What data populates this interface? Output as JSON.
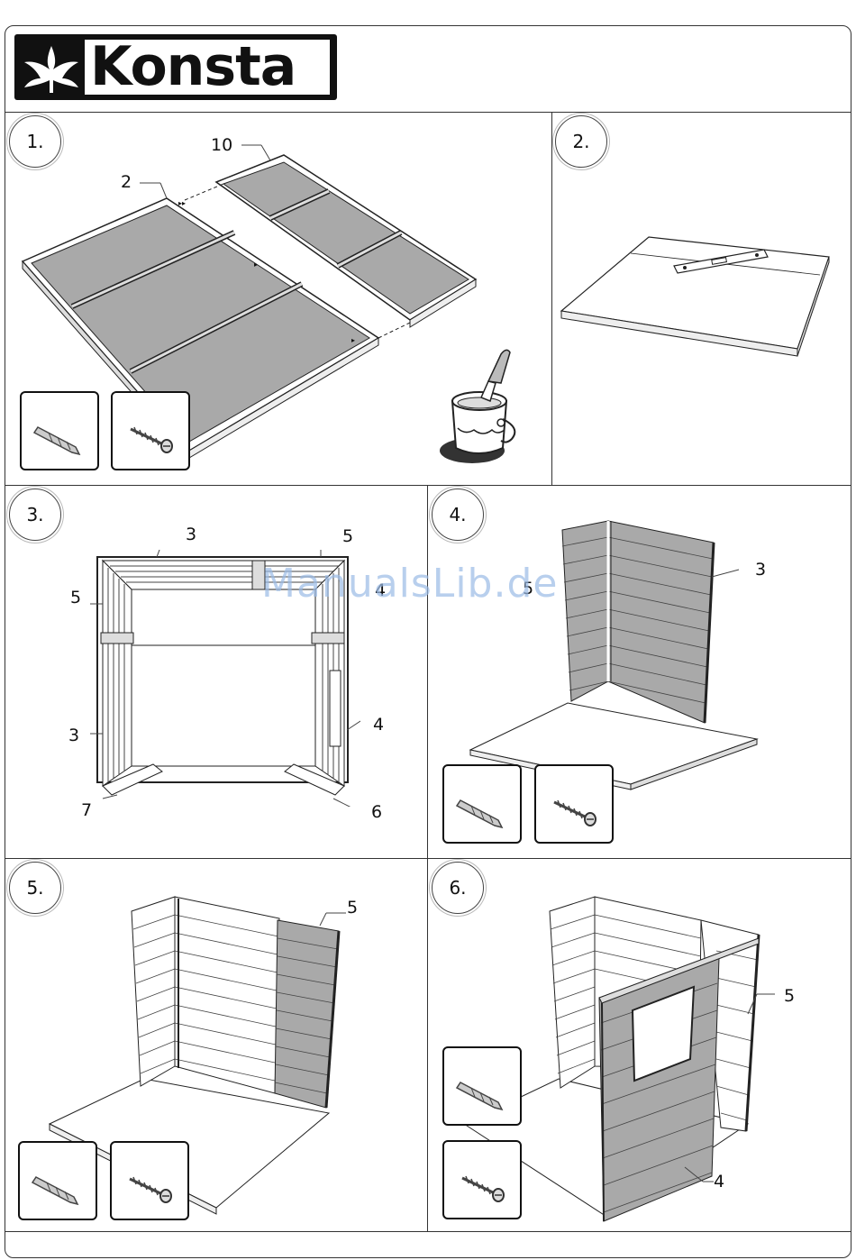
{
  "brand": {
    "name": "Konsta"
  },
  "watermark": "ManualsLib.de",
  "steps": [
    {
      "number": "1.",
      "labels": [
        "10",
        "2"
      ]
    },
    {
      "number": "2.",
      "labels": []
    },
    {
      "number": "3.",
      "labels": [
        "3",
        "5",
        "5",
        "4",
        "3",
        "4",
        "7",
        "6"
      ]
    },
    {
      "number": "4.",
      "labels": [
        "5",
        "3"
      ]
    },
    {
      "number": "5.",
      "labels": [
        "5"
      ]
    },
    {
      "number": "6.",
      "labels": [
        "5",
        "4"
      ]
    }
  ],
  "tool_icons": [
    "drill-bit-icon",
    "screw-icon",
    "paint-bucket-icon"
  ],
  "colors": {
    "panel_gray": "#a9a9a9",
    "line": "#222222",
    "frame": "#333333"
  }
}
